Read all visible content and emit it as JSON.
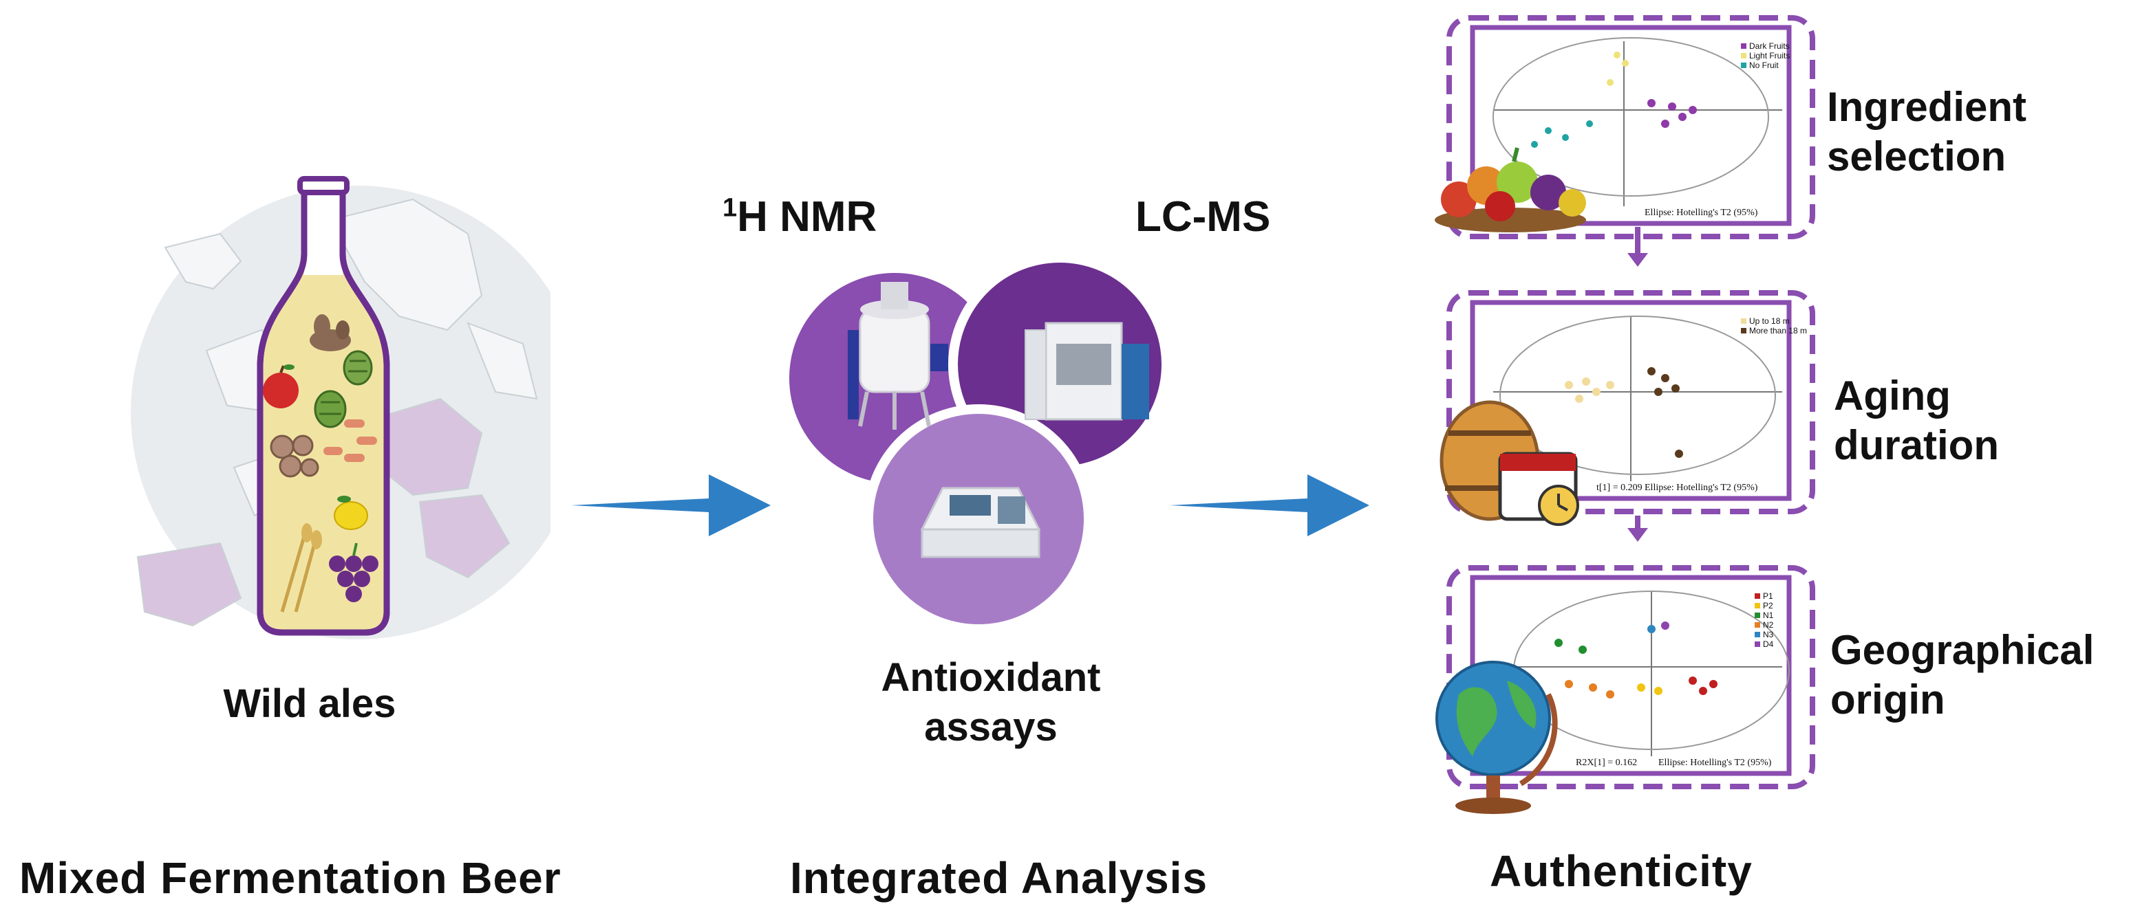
{
  "colors": {
    "purple_dark": "#6b2f8f",
    "purple_mid": "#8a4db0",
    "purple_light": "#a77cc7",
    "arrow_blue": "#2f7fc4",
    "map_gray": "#e8ecef",
    "map_highlight": "#d9c4df",
    "beer_gold": "#f1e4a3"
  },
  "left": {
    "caption": "Wild ales",
    "section_title": "Mixed Fermentation Beer",
    "bottle_icons": [
      "ginger-icon",
      "hops-icon",
      "apple-icon",
      "hops-icon",
      "bacteria-icon",
      "yeast-icon",
      "lemon-icon",
      "wheat-icon",
      "grape-icon"
    ]
  },
  "middle": {
    "nmr_sup": "1",
    "nmr_label": "H NMR",
    "lcms_label": "LC-MS",
    "antioxidant_line1": "Antioxidant",
    "antioxidant_line2": "assays",
    "section_title": "Integrated Analysis",
    "instruments": [
      "nmr-magnet-icon",
      "lc-ms-instrument-icon",
      "spectrophotometer-icon"
    ]
  },
  "right": {
    "section_title": "Authenticity",
    "cards": [
      {
        "label_line1": "Ingredient",
        "label_line2": "selection",
        "legend": [
          "Dark Fruits",
          "Light Fruits",
          "No Fruit"
        ],
        "legend_colors": [
          "#8e3aa8",
          "#efe27a",
          "#1fa3a3"
        ],
        "xaxis_label": "Ellipse: Hotelling's T2 (95%)",
        "overlay_icon": "fruit-basket-icon"
      },
      {
        "label_line1": "Aging",
        "label_line2": "duration",
        "legend": [
          "Up to 18 m",
          "More than 18 m"
        ],
        "legend_colors": [
          "#f2dc9c",
          "#5a3a1c"
        ],
        "xaxis_label": "Ellipse: Hotelling's T2 (95%)",
        "r2_note": "t[1] = 0.209",
        "overlay_icon": "barrel-calendar-icon"
      },
      {
        "label_line1": "Geographical",
        "label_line2": "origin",
        "legend": [
          "P1",
          "P2",
          "N1",
          "N2",
          "N3",
          "D4"
        ],
        "legend_colors": [
          "#c0201f",
          "#f1c40f",
          "#1f8f2f",
          "#e67e22",
          "#2e86c1",
          "#8e44ad"
        ],
        "xaxis_label": "Ellipse: Hotelling's T2 (95%)",
        "r2_note": "R2X[1] = 0.162",
        "overlay_icon": "globe-icon"
      }
    ]
  }
}
